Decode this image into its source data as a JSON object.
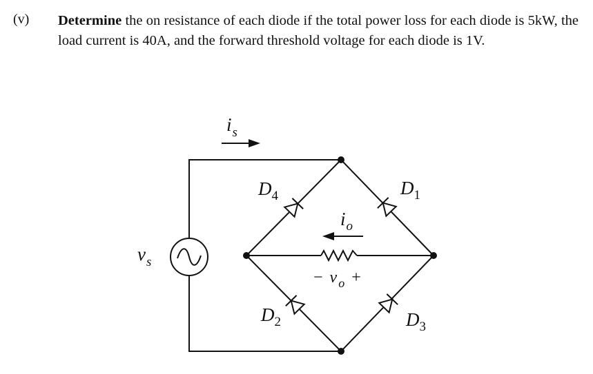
{
  "question": {
    "label": "(v)",
    "keyword": "Determine",
    "text": " the on resistance of each diode if the total power loss for each diode is 5kW, the load current is 40A, and the forward threshold voltage for each diode is 1V."
  },
  "circuit": {
    "source_current": {
      "var": "i",
      "sub": "s"
    },
    "source_voltage": {
      "var": "v",
      "sub": "s"
    },
    "diodes": [
      {
        "id": "D1",
        "var": "D",
        "sub": "1"
      },
      {
        "id": "D2",
        "var": "D",
        "sub": "2"
      },
      {
        "id": "D3",
        "var": "D",
        "sub": "3"
      },
      {
        "id": "D4",
        "var": "D",
        "sub": "4"
      }
    ],
    "load_current": {
      "var": "i",
      "sub": "o"
    },
    "output_voltage": {
      "minus": "−",
      "var": "v",
      "sub": "o",
      "plus": "+"
    }
  }
}
